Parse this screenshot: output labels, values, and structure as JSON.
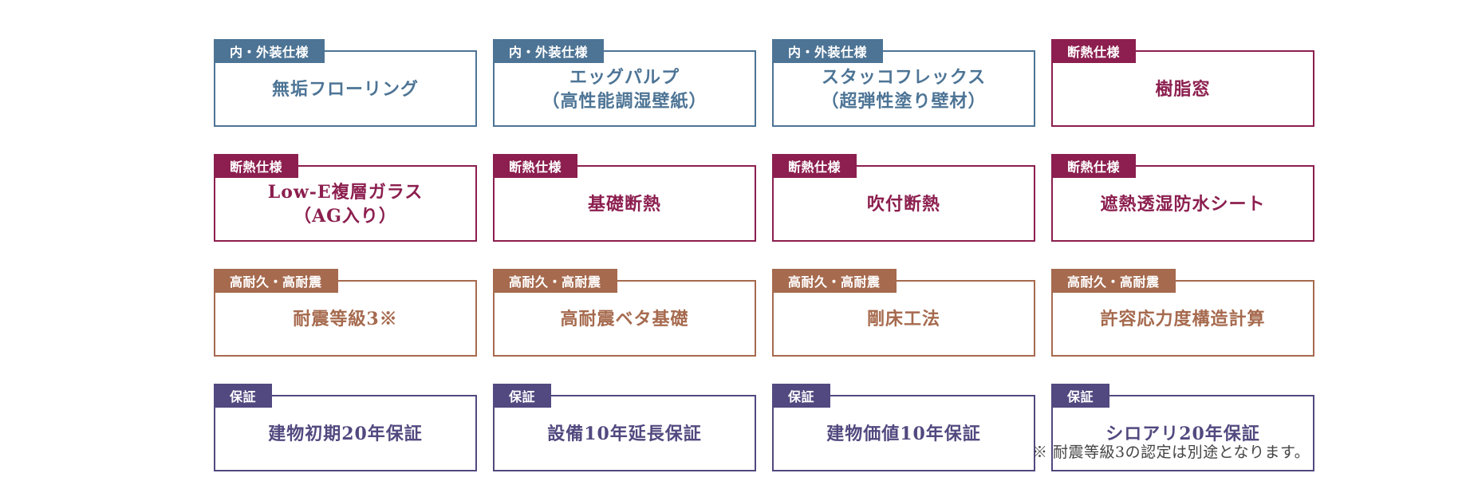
{
  "categories": {
    "interior": {
      "label": "内・外装仕様",
      "color": "#4d7495"
    },
    "insulation": {
      "label": "断熱仕様",
      "color": "#8c1f4f"
    },
    "durability": {
      "label": "高耐久・高耐震",
      "color": "#a66a4e"
    },
    "warranty": {
      "label": "保証",
      "color": "#51497f"
    }
  },
  "cards": [
    {
      "category": "interior",
      "tag": "内・外装仕様",
      "lines": [
        "無垢フローリング"
      ]
    },
    {
      "category": "interior",
      "tag": "内・外装仕様",
      "lines": [
        "エッグパルプ",
        "（高性能調湿壁紙）"
      ]
    },
    {
      "category": "interior",
      "tag": "内・外装仕様",
      "lines": [
        "スタッコフレックス",
        "（超弾性塗り壁材）"
      ]
    },
    {
      "category": "insulation",
      "tag": "断熱仕様",
      "lines": [
        "樹脂窓"
      ]
    },
    {
      "category": "insulation",
      "tag": "断熱仕様",
      "lines": [
        "Low-E複層ガラス",
        "（AG入り）"
      ]
    },
    {
      "category": "insulation",
      "tag": "断熱仕様",
      "lines": [
        "基礎断熱"
      ]
    },
    {
      "category": "insulation",
      "tag": "断熱仕様",
      "lines": [
        "吹付断熱"
      ]
    },
    {
      "category": "insulation",
      "tag": "断熱仕様",
      "lines": [
        "遮熱透湿防水シート"
      ]
    },
    {
      "category": "durability",
      "tag": "高耐久・高耐震",
      "lines": [
        "耐震等級3※"
      ]
    },
    {
      "category": "durability",
      "tag": "高耐久・高耐震",
      "lines": [
        "高耐震ベタ基礎"
      ]
    },
    {
      "category": "durability",
      "tag": "高耐久・高耐震",
      "lines": [
        "剛床工法"
      ]
    },
    {
      "category": "durability",
      "tag": "高耐久・高耐震",
      "lines": [
        "許容応力度構造計算"
      ]
    },
    {
      "category": "warranty",
      "tag": "保証",
      "lines": [
        "建物初期20年保証"
      ]
    },
    {
      "category": "warranty",
      "tag": "保証",
      "lines": [
        "設備10年延長保証"
      ]
    },
    {
      "category": "warranty",
      "tag": "保証",
      "lines": [
        "建物価値10年保証"
      ]
    },
    {
      "category": "warranty",
      "tag": "保証",
      "lines": [
        "シロアリ20年保証"
      ]
    }
  ],
  "footnote": "※ 耐震等級3の認定は別途となります。"
}
